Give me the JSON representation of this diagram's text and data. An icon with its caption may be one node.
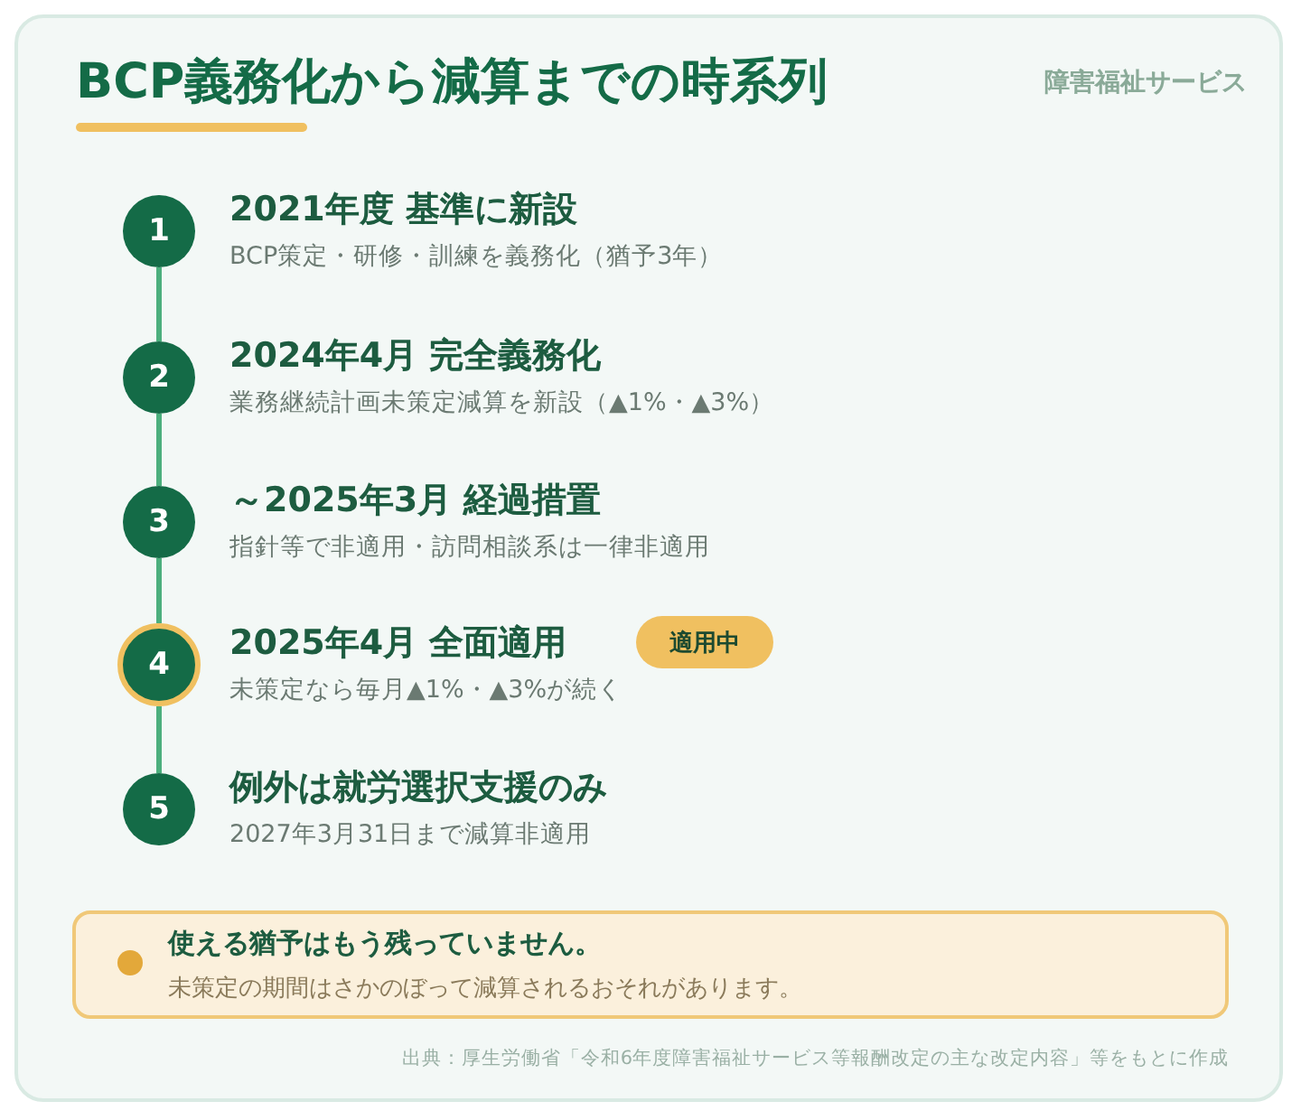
{
  "diagram": {
    "title": "BCP義務化から減算までの時系列",
    "nodes": [
      {
        "text": [
          "1"
        ],
        "beside": [
          "2021年度 基準に新設",
          "BCP策定・研修・訓練を義務化（猶予3年）"
        ]
      },
      {
        "text": [
          "2"
        ],
        "beside": [
          "2024年4月 完全義務化",
          "業務継続計画未策定減算を新設（▲1%・▲3%）"
        ]
      },
      {
        "text": [
          "3"
        ],
        "beside": [
          "～2025年3月 経過措置",
          "指針等で非適用・訪問相談系は一律非適用"
        ]
      },
      {
        "text": [
          "4"
        ],
        "beside": [
          "2025年4月 全面適用",
          "未策定なら毎月▲1%・▲3%が続く"
        ]
      },
      {
        "text": [
          "5"
        ],
        "beside": [
          "例外は就労選択支援のみ",
          "2027年3月31日まで減算非適用"
        ]
      },
      {
        "text": [
          "適用中"
        ]
      },
      {
        "text": [
          "使える猶予はもう残っていません。",
          "未策定の期間はさかのぼって減算されるおそれがあります。"
        ]
      }
    ],
    "edges": [
      {
        "from": 0,
        "to": 1,
        "arrow": "none"
      },
      {
        "from": 1,
        "to": 2,
        "arrow": "none"
      },
      {
        "from": 2,
        "to": 3,
        "arrow": "none"
      },
      {
        "from": 3,
        "to": 4,
        "arrow": "none"
      }
    ],
    "labels": [
      "障害福祉サービス",
      "出典：厚生労働省「令和6年度障害福祉サービス等報酬改定の主な改定内容」等をもとに作成"
    ]
  }
}
